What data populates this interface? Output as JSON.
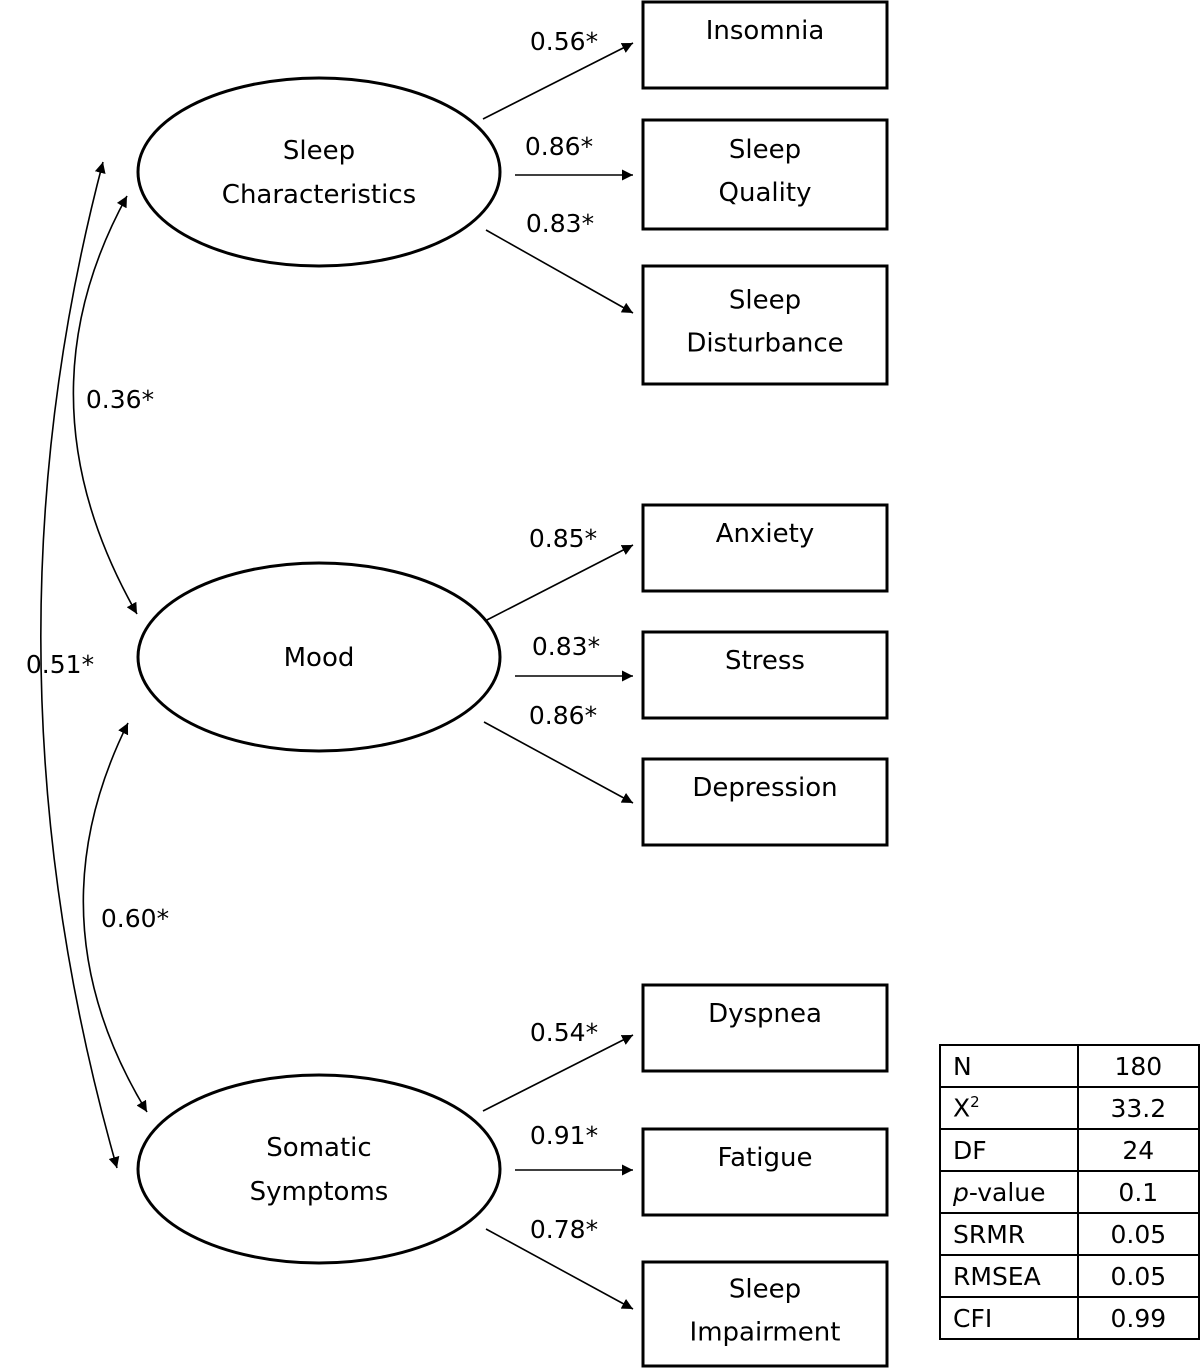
{
  "factors": [
    {
      "id": "sleep",
      "lines": [
        "Sleep",
        "Characteristics"
      ]
    },
    {
      "id": "mood",
      "lines": [
        "Mood"
      ]
    },
    {
      "id": "somatic",
      "lines": [
        "Somatic",
        "Symptoms"
      ]
    }
  ],
  "indicators": [
    {
      "factor": "sleep",
      "lines": [
        "Insomnia"
      ],
      "loading": "0.56*"
    },
    {
      "factor": "sleep",
      "lines": [
        "Sleep",
        "Quality"
      ],
      "loading": "0.86*"
    },
    {
      "factor": "sleep",
      "lines": [
        "Sleep",
        "Disturbance"
      ],
      "loading": "0.83*"
    },
    {
      "factor": "mood",
      "lines": [
        "Anxiety"
      ],
      "loading": "0.85*"
    },
    {
      "factor": "mood",
      "lines": [
        "Stress"
      ],
      "loading": "0.83*"
    },
    {
      "factor": "mood",
      "lines": [
        "Depression"
      ],
      "loading": "0.86*"
    },
    {
      "factor": "somatic",
      "lines": [
        "Dyspnea"
      ],
      "loading": "0.54*"
    },
    {
      "factor": "somatic",
      "lines": [
        "Fatigue"
      ],
      "loading": "0.91*"
    },
    {
      "factor": "somatic",
      "lines": [
        "Sleep",
        "Impairment"
      ],
      "loading": "0.78*"
    }
  ],
  "correlations": [
    {
      "from": "sleep",
      "to": "mood",
      "value": "0.36*"
    },
    {
      "from": "mood",
      "to": "somatic",
      "value": "0.60*"
    },
    {
      "from": "sleep",
      "to": "somatic",
      "value": "0.51*"
    }
  ],
  "fit_table": [
    {
      "key": "N",
      "value": "180"
    },
    {
      "key": "X",
      "key_sup": "2",
      "value": "33.2"
    },
    {
      "key": "DF",
      "value": "24"
    },
    {
      "key": "p",
      "key_suffix": "-value",
      "key_italic": true,
      "value": "0.1"
    },
    {
      "key": "SRMR",
      "value": "0.05"
    },
    {
      "key": "RMSEA",
      "value": "0.05"
    },
    {
      "key": "CFI",
      "value": "0.99"
    }
  ]
}
